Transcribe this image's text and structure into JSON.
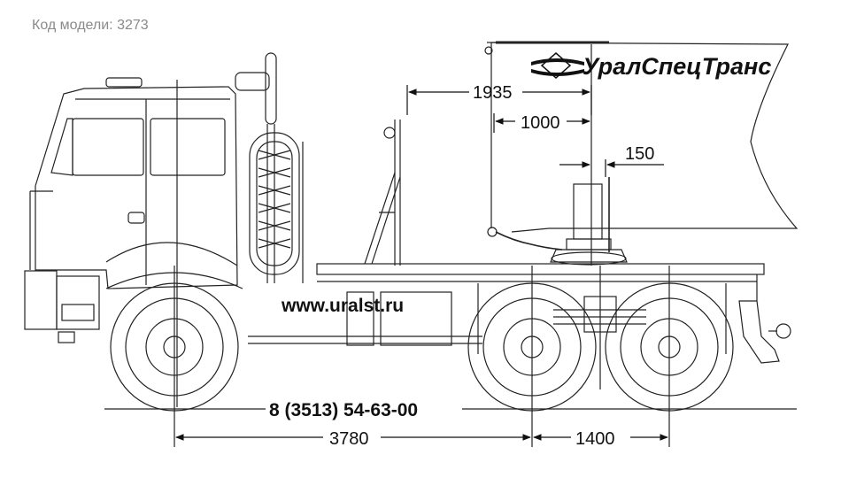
{
  "model_label": "Код модели: 3273",
  "brand": {
    "name": "УралСпецТранс",
    "website": "www.uralst.ru",
    "phone": "8 (3513) 54-63-00"
  },
  "dimensions": {
    "hitch_offset": "1935",
    "hitch_offset_inner": "1000",
    "hitch_small": "150",
    "wheelbase": "3780",
    "rear_axle_spacing": "1400"
  },
  "icons": {
    "brand_logo": "diamond-logo-icon"
  },
  "colors": {
    "line": "#222222",
    "label_grey": "#8a8a8a",
    "background": "#ffffff"
  }
}
